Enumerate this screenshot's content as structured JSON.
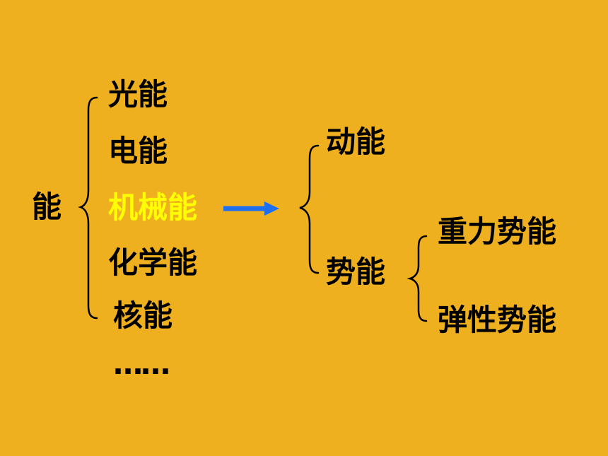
{
  "colors": {
    "background": "#EFB020",
    "text": "#000000",
    "highlight": "#FFFF00",
    "arrow": "#1E6FF0",
    "bracket": "#000000"
  },
  "diagram": {
    "root": "能",
    "forms": [
      "光能",
      "电能",
      "机械能",
      "化学能",
      "核能",
      "……"
    ],
    "highlighted_form": "机械能",
    "mechanical_types": [
      "动能",
      "势能"
    ],
    "potential_types": [
      "重力势能",
      "弹性势能"
    ]
  }
}
